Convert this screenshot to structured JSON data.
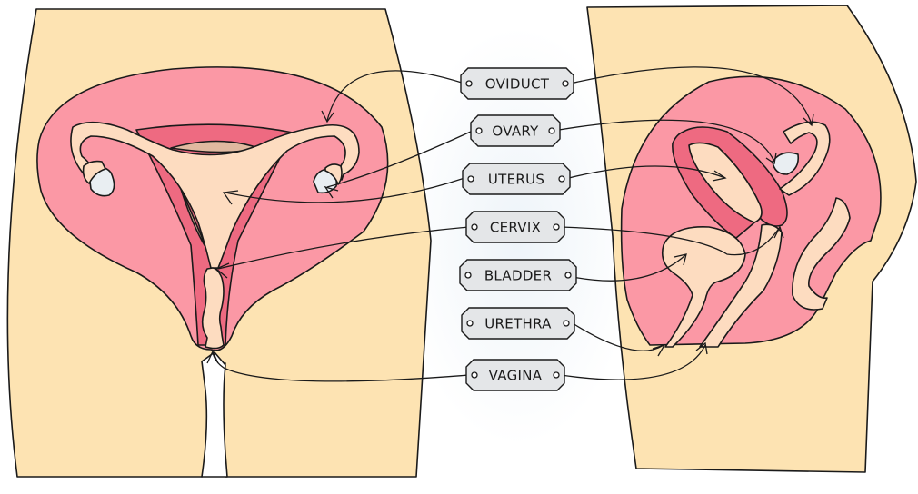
{
  "diagram": {
    "title": "Female reproductive system",
    "views": [
      "front-view",
      "side-view"
    ],
    "colors": {
      "skin": "#fde3b2",
      "tissue": "#fb98a5",
      "muscle": "#ee6a81",
      "organ": "#fddcc0",
      "ovary": "#e9eef2",
      "bladder-back": "#e0b9a0",
      "label-fill": "#e4e6e8",
      "outline": "#1a1a1a"
    },
    "labels": [
      {
        "id": "oviduct",
        "text": "OVIDUCT"
      },
      {
        "id": "ovary",
        "text": "OVARY"
      },
      {
        "id": "uterus",
        "text": "UTERUS"
      },
      {
        "id": "cervix",
        "text": "CERVIX"
      },
      {
        "id": "bladder",
        "text": "BLADDER"
      },
      {
        "id": "urethra",
        "text": "URETHRA"
      },
      {
        "id": "vagina",
        "text": "VAGINA"
      }
    ]
  }
}
